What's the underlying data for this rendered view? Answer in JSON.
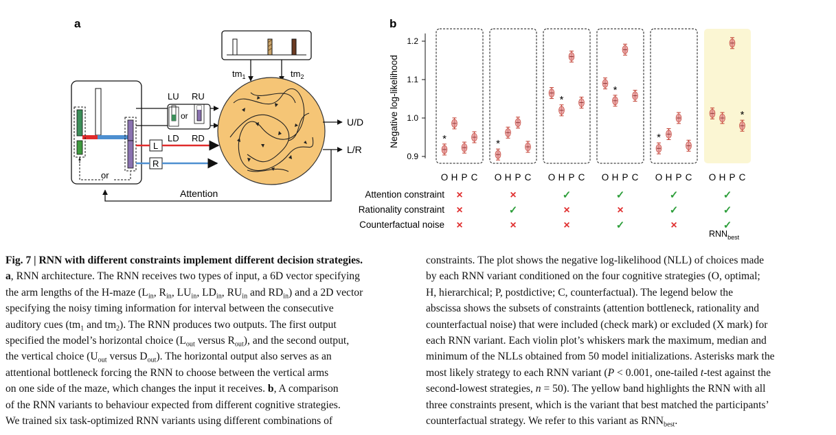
{
  "panel_a": {
    "letter": "a",
    "tm1": "tm1",
    "tm2": "tm2",
    "lu": "LU",
    "ru": "RU",
    "ld": "LD",
    "rd": "RD",
    "or_mid": "or",
    "l_box": "L",
    "r_box": "R",
    "or_bottom": "or",
    "out_ud": "U/D",
    "out_lr": "L/R",
    "attention": "Attention"
  },
  "panel_b": {
    "letter": "b",
    "ylabel": "Negative log-likelihood",
    "row_labels": [
      "Attention constraint",
      "Rationality constraint",
      "Counterfactual noise"
    ],
    "rnn_best_label": "RNN",
    "rnn_best_sub": "best",
    "colors": {
      "check": "#2d9e3a",
      "cross": "#e03030",
      "highlight": "#fbf6d3",
      "violin": "#e08a8a",
      "whisker": "#c0392b"
    }
  },
  "chart_data": {
    "type": "scatter",
    "ylabel": "Negative log-likelihood",
    "ylim": [
      0.88,
      1.24
    ],
    "yticks": [
      0.9,
      1.0,
      1.1,
      1.2
    ],
    "categories": [
      "O",
      "H",
      "P",
      "C"
    ],
    "series": [
      {
        "values": [
          0.918,
          0.986,
          0.923,
          0.95
        ],
        "best": "O",
        "constraints": [
          "×",
          "×",
          "×"
        ],
        "highlight": false
      },
      {
        "values": [
          0.905,
          0.962,
          0.988,
          0.925
        ],
        "best": "O",
        "constraints": [
          "×",
          "✓",
          "×"
        ],
        "highlight": false
      },
      {
        "values": [
          1.065,
          1.02,
          1.16,
          1.04
        ],
        "best": "H",
        "constraints": [
          "✓",
          "×",
          "×"
        ],
        "highlight": false
      },
      {
        "values": [
          1.09,
          1.045,
          1.178,
          1.058
        ],
        "best": "H",
        "constraints": [
          "✓",
          "×",
          "✓"
        ],
        "highlight": false
      },
      {
        "values": [
          0.921,
          0.958,
          1.0,
          0.928
        ],
        "best": "O",
        "constraints": [
          "✓",
          "✓",
          "×"
        ],
        "highlight": false
      },
      {
        "values": [
          1.012,
          1.0,
          1.195,
          0.98
        ],
        "best": "C",
        "constraints": [
          "✓",
          "✓",
          "✓"
        ],
        "highlight": true
      }
    ]
  },
  "caption": {
    "left": [
      [
        [
          "b",
          "Fig. 7 | RNN with different constraints implement different decision strategies."
        ]
      ],
      [
        [
          "b",
          "a"
        ],
        [
          "",
          ", RNN architecture. The RNN receives two types of input, a 6D vector specifying"
        ]
      ],
      [
        [
          "",
          "the arm lengths of the H-maze (L"
        ],
        [
          "s",
          "in"
        ],
        [
          "",
          ", R"
        ],
        [
          "s",
          "in"
        ],
        [
          "",
          ", LU"
        ],
        [
          "s",
          "in"
        ],
        [
          "",
          ", LD"
        ],
        [
          "s",
          "in"
        ],
        [
          "",
          ", RU"
        ],
        [
          "s",
          "in"
        ],
        [
          "",
          " and RD"
        ],
        [
          "s",
          "in"
        ],
        [
          "",
          ") and a 2D vector"
        ]
      ],
      [
        [
          "",
          "specifying the noisy timing information for interval between the consecutive"
        ]
      ],
      [
        [
          "",
          "auditory cues (tm"
        ],
        [
          "s",
          "1"
        ],
        [
          "",
          " and tm"
        ],
        [
          "s",
          "2"
        ],
        [
          "",
          "). The RNN produces two outputs. The first output"
        ]
      ],
      [
        [
          "",
          "specified the model’s horizontal choice (L"
        ],
        [
          "s",
          "out"
        ],
        [
          "",
          " versus R"
        ],
        [
          "s",
          "out"
        ],
        [
          "",
          "), and the second output,"
        ]
      ],
      [
        [
          "",
          "the vertical choice (U"
        ],
        [
          "s",
          "out"
        ],
        [
          "",
          " versus D"
        ],
        [
          "s",
          "out"
        ],
        [
          "",
          "). The horizontal output also serves as an"
        ]
      ],
      [
        [
          "",
          "attentional bottleneck forcing the RNN to choose between the vertical arms"
        ]
      ],
      [
        [
          "",
          "on one side of the maze, which changes the input it receives. "
        ],
        [
          "b",
          "b"
        ],
        [
          "",
          ", A comparison"
        ]
      ],
      [
        [
          "",
          "of the RNN variants to behaviour expected from different cognitive strategies."
        ]
      ],
      [
        [
          "",
          "We trained six task-optimized RNN variants using different combinations of"
        ]
      ]
    ],
    "right": [
      [
        [
          "",
          "constraints. The plot shows the negative log-likelihood (NLL) of choices made"
        ]
      ],
      [
        [
          "",
          "by each RNN variant conditioned on the four cognitive strategies (O, optimal;"
        ]
      ],
      [
        [
          "",
          "H, hierarchical; P, postdictive; C, counterfactual). The legend below the"
        ]
      ],
      [
        [
          "",
          "abscissa shows the subsets of constraints (attention bottleneck, rationality and"
        ]
      ],
      [
        [
          "",
          "counterfactual noise) that were included (check mark) or excluded (X mark) for"
        ]
      ],
      [
        [
          "",
          "each RNN variant. Each violin plot’s whiskers mark the maximum, median and"
        ]
      ],
      [
        [
          "",
          "minimum of the NLLs obtained from 50 model initializations. Asterisks mark the"
        ]
      ],
      [
        [
          "",
          "most likely strategy to each RNN variant ("
        ],
        [
          "i",
          "P"
        ],
        [
          "",
          " < 0.001, one-tailed "
        ],
        [
          "i",
          "t"
        ],
        [
          "",
          "-test against the"
        ]
      ],
      [
        [
          "",
          "second-lowest strategies, "
        ],
        [
          "i",
          "n"
        ],
        [
          "",
          " = 50). The yellow band highlights the RNN with all"
        ]
      ],
      [
        [
          "",
          "three constraints present, which is the variant that best matched the participants’"
        ]
      ],
      [
        [
          "",
          "counterfactual strategy. We refer to this variant as RNN"
        ],
        [
          "s",
          "best"
        ],
        [
          "",
          "."
        ]
      ]
    ]
  }
}
